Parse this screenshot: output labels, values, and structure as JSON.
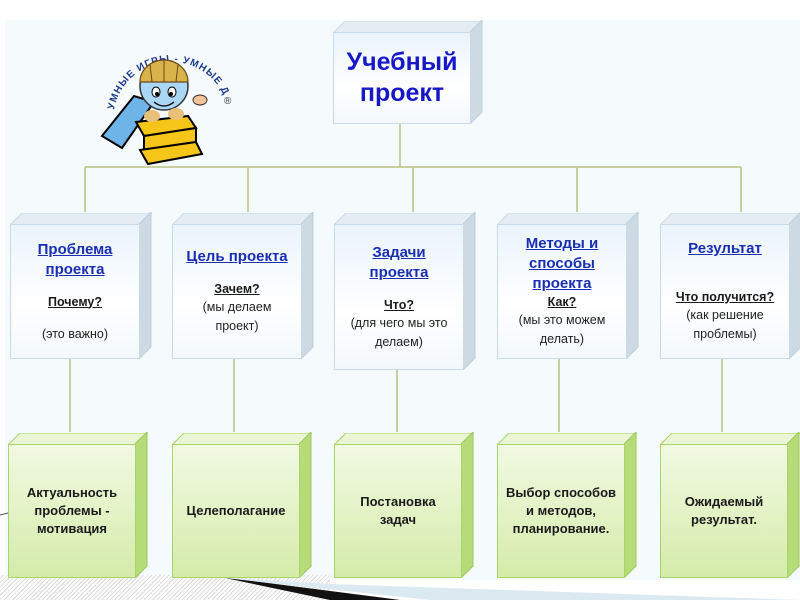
{
  "root": {
    "title": "Учебный проект"
  },
  "logo": {
    "caption": "УМНЫЕ ИГРЫ - УМНЫЕ ДЕТИ",
    "mark": "®",
    "icon": "globe-child-with-books-icon"
  },
  "categories": [
    {
      "title": "Проблема проекта",
      "question": "Почему?",
      "note": "(это важно)",
      "result": "Актуальность проблемы - мотивация"
    },
    {
      "title": "Цель проекта",
      "question": "Зачем?",
      "note": "(мы делаем проект)",
      "result": "Целеполагание"
    },
    {
      "title": "Задачи проекта",
      "question": "Что?",
      "note": "(для чего мы это делаем)",
      "result": "Постановка задач"
    },
    {
      "title": "Методы и способы проекта",
      "question": "Как?",
      "note": "(мы это можем делать)",
      "result": "Выбор способов и методов, планирование."
    },
    {
      "title": "Результат",
      "question": "Что получится?",
      "note": "(как решение проблемы)",
      "result": "Ожидаемый результат."
    }
  ],
  "colors": {
    "title_blue": "#1717c8",
    "link_blue": "#1a2fb0",
    "connector": "#c8cf9e",
    "green_face": "#e2f2c4",
    "blue_face": "#eef6fb"
  }
}
